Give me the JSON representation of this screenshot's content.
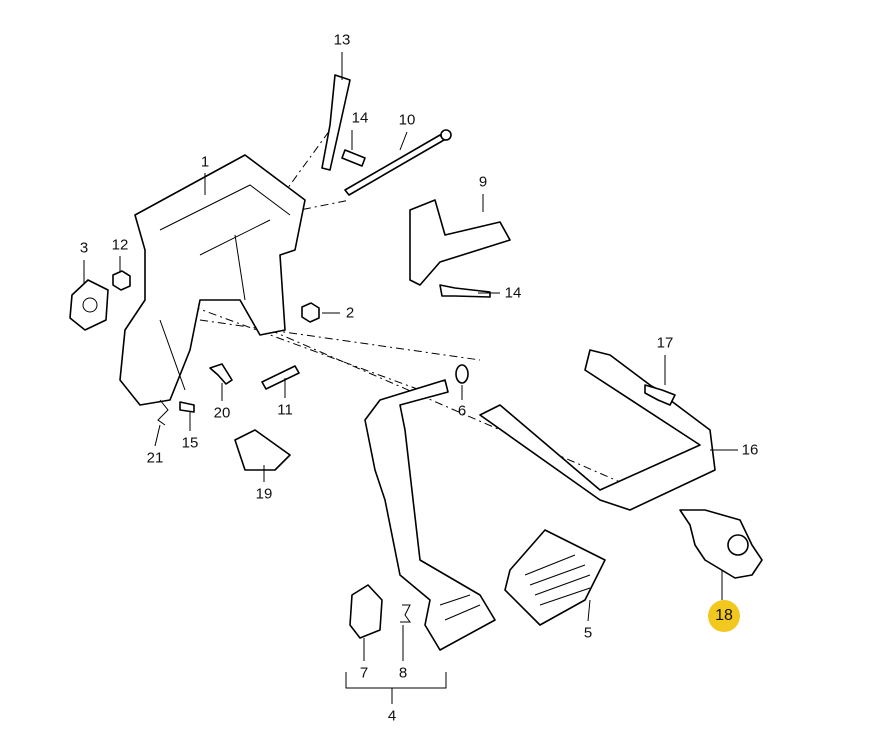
{
  "highlight_color": "#f2c81e",
  "callouts": [
    {
      "id": "13",
      "label": "13"
    },
    {
      "id": "14a",
      "label": "14"
    },
    {
      "id": "10",
      "label": "10"
    },
    {
      "id": "1",
      "label": "1"
    },
    {
      "id": "9",
      "label": "9"
    },
    {
      "id": "3",
      "label": "3"
    },
    {
      "id": "12",
      "label": "12"
    },
    {
      "id": "14b",
      "label": "14"
    },
    {
      "id": "2",
      "label": "2"
    },
    {
      "id": "17",
      "label": "17"
    },
    {
      "id": "6",
      "label": "6"
    },
    {
      "id": "11",
      "label": "11"
    },
    {
      "id": "20",
      "label": "20"
    },
    {
      "id": "16",
      "label": "16"
    },
    {
      "id": "15",
      "label": "15"
    },
    {
      "id": "21",
      "label": "21"
    },
    {
      "id": "19",
      "label": "19"
    },
    {
      "id": "18",
      "label": "18"
    },
    {
      "id": "5",
      "label": "5"
    },
    {
      "id": "7",
      "label": "7"
    },
    {
      "id": "8",
      "label": "8"
    },
    {
      "id": "4",
      "label": "4"
    }
  ]
}
